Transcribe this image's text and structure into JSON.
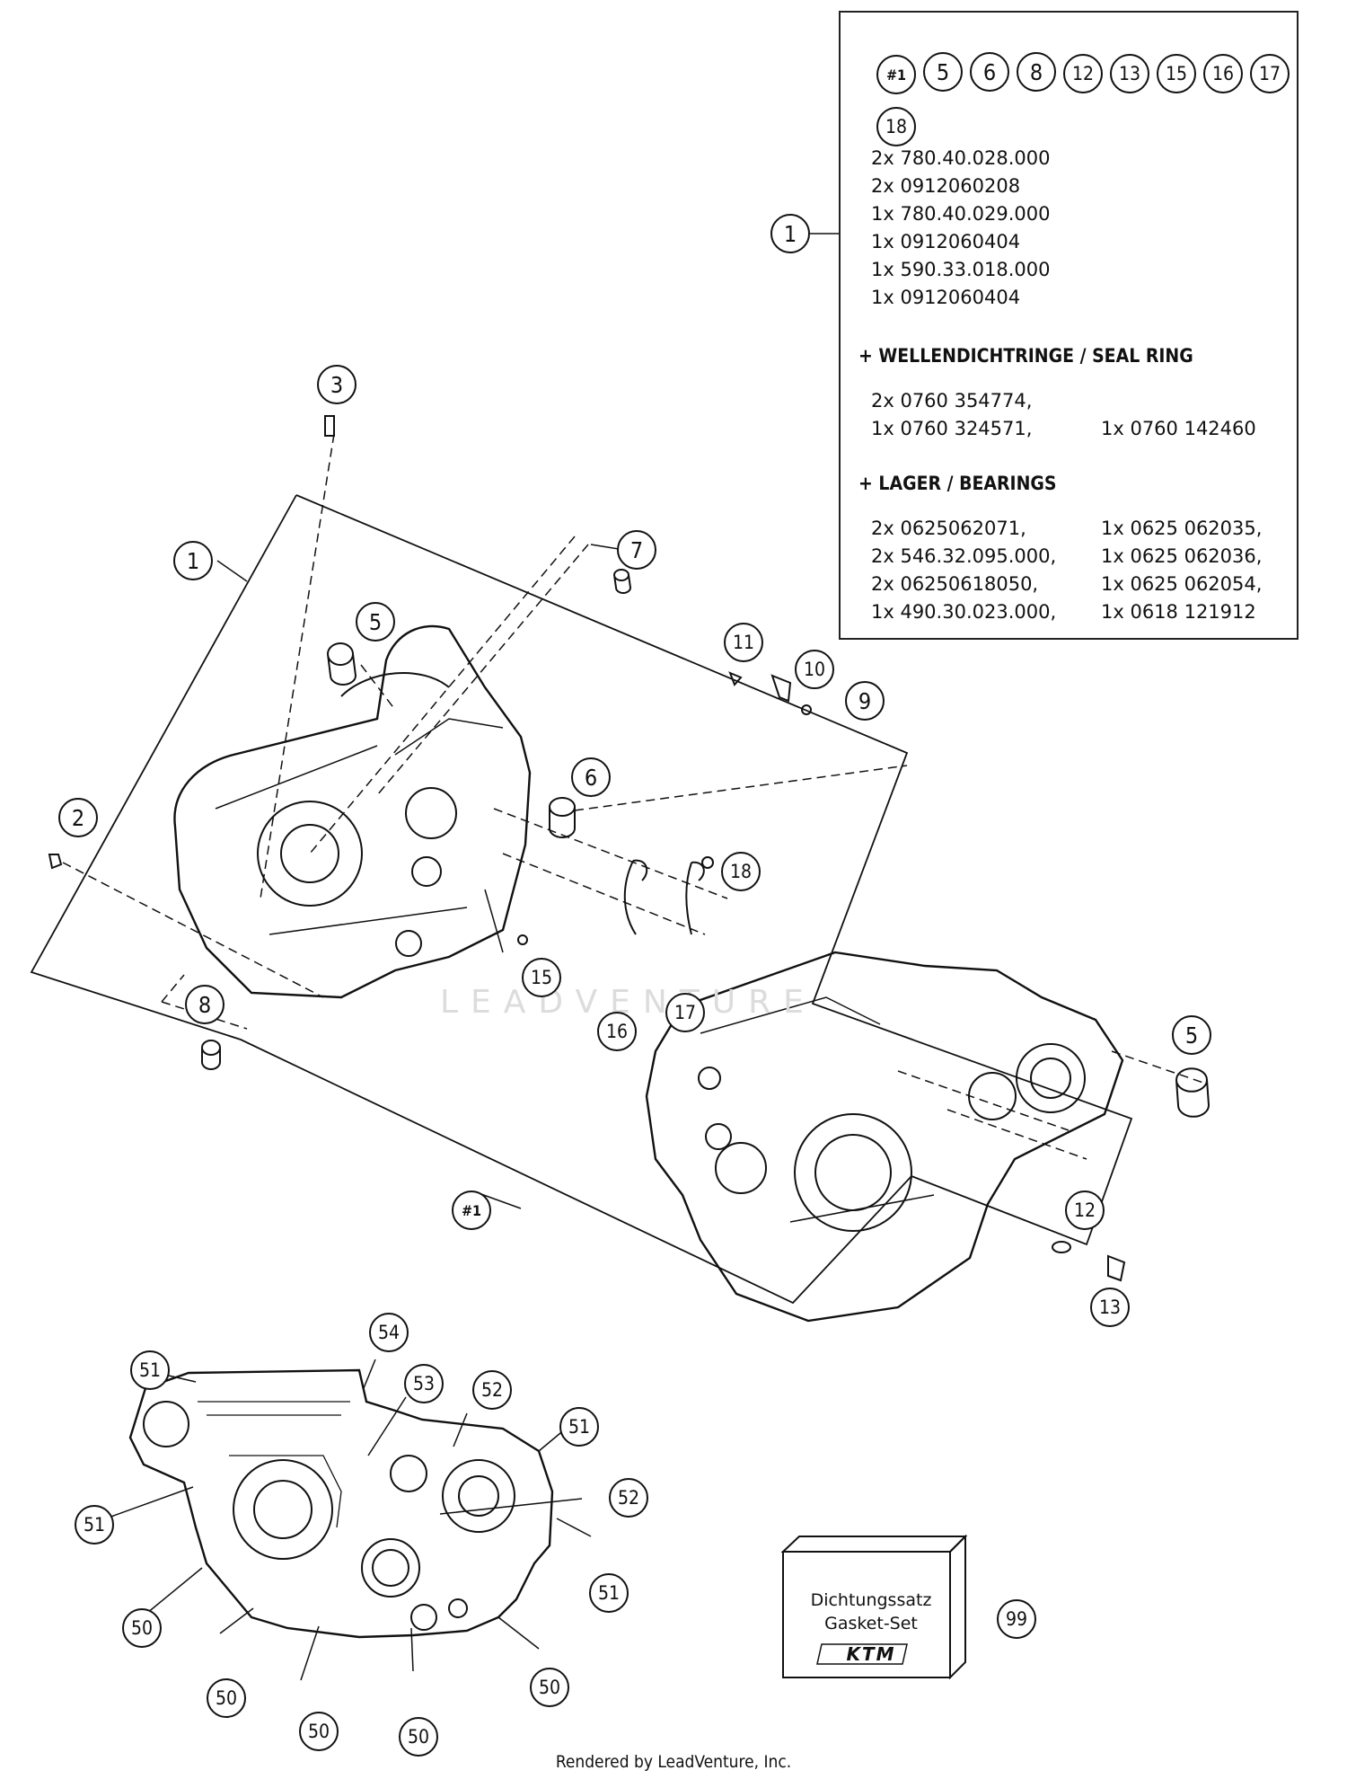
{
  "callouts": [
    {
      "id": "c1a",
      "label": "1"
    },
    {
      "id": "c1b",
      "label": "1"
    },
    {
      "id": "c2",
      "label": "2"
    },
    {
      "id": "c3",
      "label": "3"
    },
    {
      "id": "c5a",
      "label": "5"
    },
    {
      "id": "c5b",
      "label": "5"
    },
    {
      "id": "c6",
      "label": "6"
    },
    {
      "id": "c7",
      "label": "7"
    },
    {
      "id": "c8",
      "label": "8"
    },
    {
      "id": "c9",
      "label": "9"
    },
    {
      "id": "c10",
      "label": "10"
    },
    {
      "id": "c11",
      "label": "11"
    },
    {
      "id": "c12",
      "label": "12"
    },
    {
      "id": "c13",
      "label": "13"
    },
    {
      "id": "c15",
      "label": "15"
    },
    {
      "id": "c16",
      "label": "16"
    },
    {
      "id": "c17",
      "label": "17"
    },
    {
      "id": "c18",
      "label": "18"
    },
    {
      "id": "chash",
      "label": "#1"
    },
    {
      "id": "c54",
      "label": "54"
    },
    {
      "id": "c53",
      "label": "53"
    },
    {
      "id": "c52a",
      "label": "52"
    },
    {
      "id": "c52b",
      "label": "52"
    },
    {
      "id": "c51a",
      "label": "51"
    },
    {
      "id": "c51b",
      "label": "51"
    },
    {
      "id": "c51c",
      "label": "51"
    },
    {
      "id": "c51d",
      "label": "51"
    },
    {
      "id": "c50a",
      "label": "50"
    },
    {
      "id": "c50b",
      "label": "50"
    },
    {
      "id": "c50c",
      "label": "50"
    },
    {
      "id": "c50d",
      "label": "50"
    },
    {
      "id": "c50e",
      "label": "50"
    },
    {
      "id": "c99",
      "label": "99"
    }
  ],
  "parts_box": {
    "callouts": [
      "#1",
      "5",
      "6",
      "8",
      "12",
      "13",
      "15",
      "16",
      "17",
      "18"
    ],
    "ref_callout": "1",
    "housing_parts": [
      "2x 780.40.028.000",
      "2x 0912060208",
      "1x 780.40.029.000",
      "1x 0912060404",
      "1x 590.33.018.000",
      "1x 0912060404"
    ],
    "seal_heading": "+ WELLENDICHTRINGE /  SEAL RING",
    "seal_rows": [
      {
        "left": "2x 0760 354774,",
        "right": ""
      },
      {
        "left": "1x 0760 324571,",
        "right": "1x 0760 142460"
      }
    ],
    "bearing_heading": "+ LAGER / BEARINGS",
    "bearing_rows": [
      {
        "left": "2x 0625062071,",
        "right": "1x 0625 062035,"
      },
      {
        "left": "2x 546.32.095.000,",
        "right": "1x 0625 062036,"
      },
      {
        "left": "2x 06250618050,",
        "right": "1x 0625 062054,"
      },
      {
        "left": "1x 490.30.023.000,",
        "right": "1x 0618 121912"
      }
    ]
  },
  "gasket_box": {
    "line1": "Dichtungssatz",
    "line2": "Gasket-Set",
    "logo": "KTM"
  },
  "watermark": "LEADVENTURE",
  "footer": "Rendered by LeadVenture, Inc."
}
